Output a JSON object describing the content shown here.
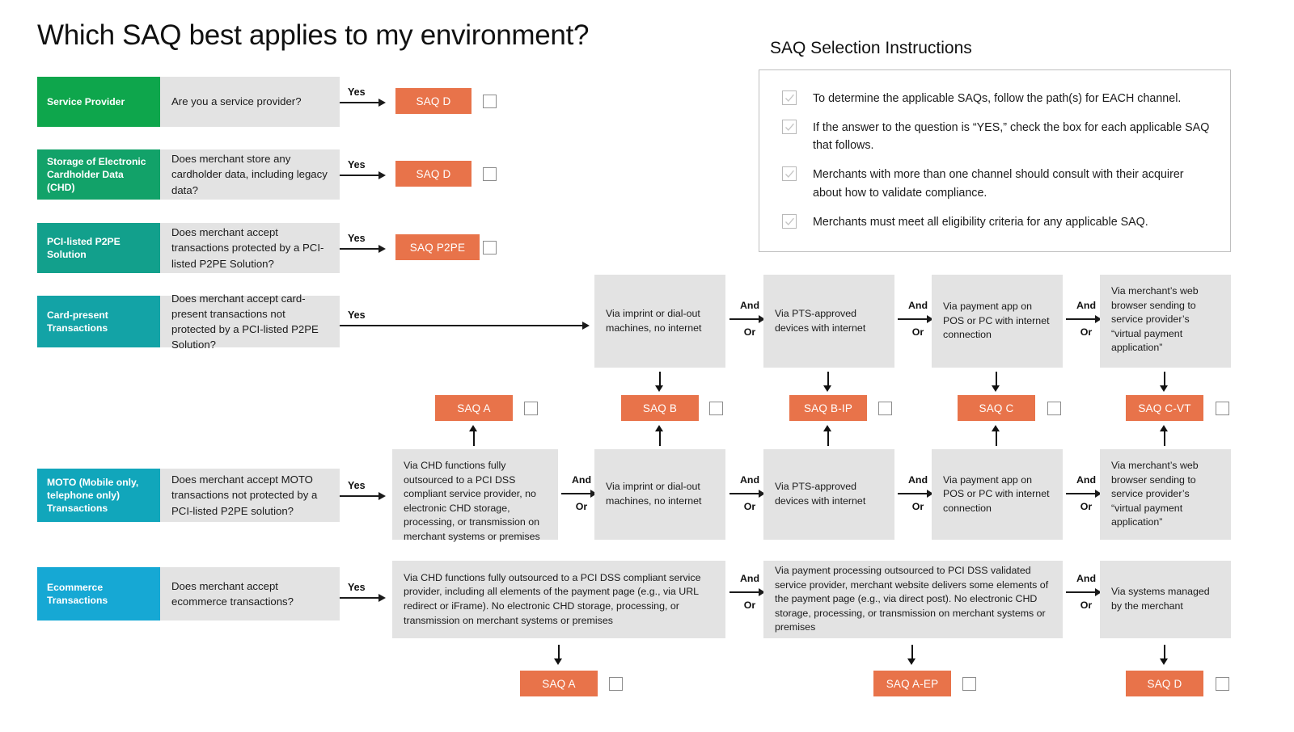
{
  "page_title": "Which SAQ best applies to my environment?",
  "colors": {
    "orange": "#e8734a",
    "grey_box": "#e3e3e3",
    "green_1": "#0ea64c",
    "green_2": "#12a269",
    "teal_1": "#12a08c",
    "teal_2": "#13a3a6",
    "teal_3": "#11a6bb",
    "blue_1": "#16a8d4"
  },
  "instructions": {
    "title": "SAQ Selection Instructions",
    "items": [
      {
        "text": "To determine the applicable SAQs, follow the path(s) for EACH channel."
      },
      {
        "text": "If the answer to the question is “YES,” check the box for each applicable SAQ that follows."
      },
      {
        "text": "Merchants with more than one channel should consult with their acquirer about how to validate compliance."
      },
      {
        "text": "Merchants must meet all eligibility criteria for any applicable SAQ."
      }
    ]
  },
  "labels": {
    "yes": "Yes",
    "and": "And",
    "or": "Or"
  },
  "channels": {
    "service_provider": {
      "name": "Service Provider",
      "question": "Are you a service provider?"
    },
    "chd_storage": {
      "name": "Storage of Electronic Cardholder Data (CHD)",
      "question": "Does merchant store any cardholder data, including legacy data?"
    },
    "p2pe": {
      "name": "PCI-listed P2PE Solution",
      "question": "Does merchant accept transactions protected by a PCI-listed P2PE Solution?"
    },
    "card_present": {
      "name": "Card-present Transactions",
      "question": "Does merchant accept card-present transactions not protected by a PCI-listed P2PE Solution?"
    },
    "moto": {
      "name": "MOTO (Mobile only, telephone only) Transactions",
      "question": "Does merchant accept MOTO transactions not protected by a PCI-listed P2PE solution?"
    },
    "ecommerce": {
      "name": "Ecommerce Transactions",
      "question": "Does merchant accept ecommerce transactions?"
    }
  },
  "saq_results": {
    "sp_d": "SAQ D",
    "chd_d": "SAQ D",
    "p2pe_p2pe": "SAQ P2PE",
    "mid_a": "SAQ A",
    "mid_b": "SAQ B",
    "mid_bip": "SAQ B-IP",
    "mid_c": "SAQ C",
    "mid_cvt": "SAQ C-VT",
    "bot_a": "SAQ A",
    "bot_aep": "SAQ A-EP",
    "bot_d": "SAQ D"
  },
  "card_present_paths": [
    "Via imprint or dial-out machines, no internet",
    "Via PTS-approved devices with internet",
    "Via payment app on POS or PC with internet connection",
    "Via merchant’s web browser sending to service provider’s “virtual payment application”"
  ],
  "moto_paths": [
    "Via CHD functions fully outsourced to a PCI DSS compliant service provider, no electronic CHD storage, processing, or transmission on merchant systems or premises",
    "Via imprint or dial-out machines, no internet",
    "Via PTS-approved devices with internet",
    "Via payment app on POS or PC with internet connection",
    "Via merchant’s web browser sending to service provider’s “virtual payment application”"
  ],
  "ecommerce_paths": [
    "Via CHD functions fully outsourced to a PCI DSS compliant service provider, including all elements of the payment page (e.g., via URL redirect or iFrame). No electronic CHD storage, processing, or transmission on merchant systems or premises",
    "Via payment processing outsourced to PCI DSS validated service provider, merchant website delivers some elements of the payment page (e.g., via direct post). No electronic CHD storage, processing, or transmission on merchant systems or premises",
    "Via systems managed by the merchant"
  ]
}
